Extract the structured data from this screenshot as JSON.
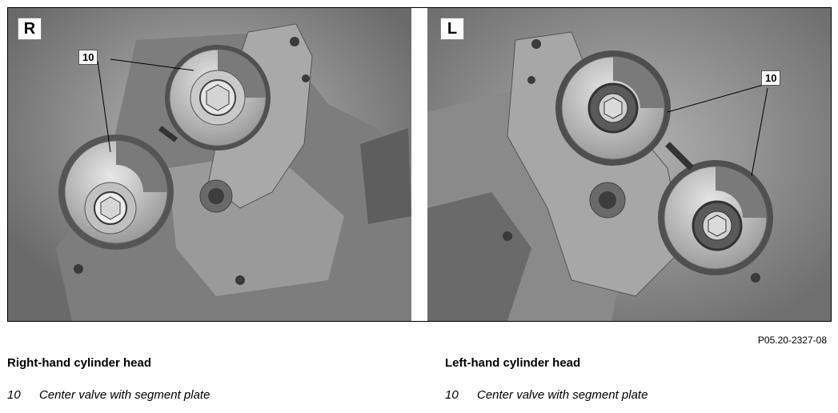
{
  "figure": {
    "code": "P05.20-2327-08",
    "panels": {
      "right": {
        "letter": "R",
        "callout": "10"
      },
      "left": {
        "letter": "L",
        "callout": "10"
      }
    }
  },
  "sections": {
    "right": {
      "title": "Right-hand cylinder head",
      "legend_num": "10",
      "legend_text": "Center valve with segment plate"
    },
    "left": {
      "title": "Left-hand cylinder head",
      "legend_num": "10",
      "legend_text": "Center valve with segment plate"
    }
  }
}
